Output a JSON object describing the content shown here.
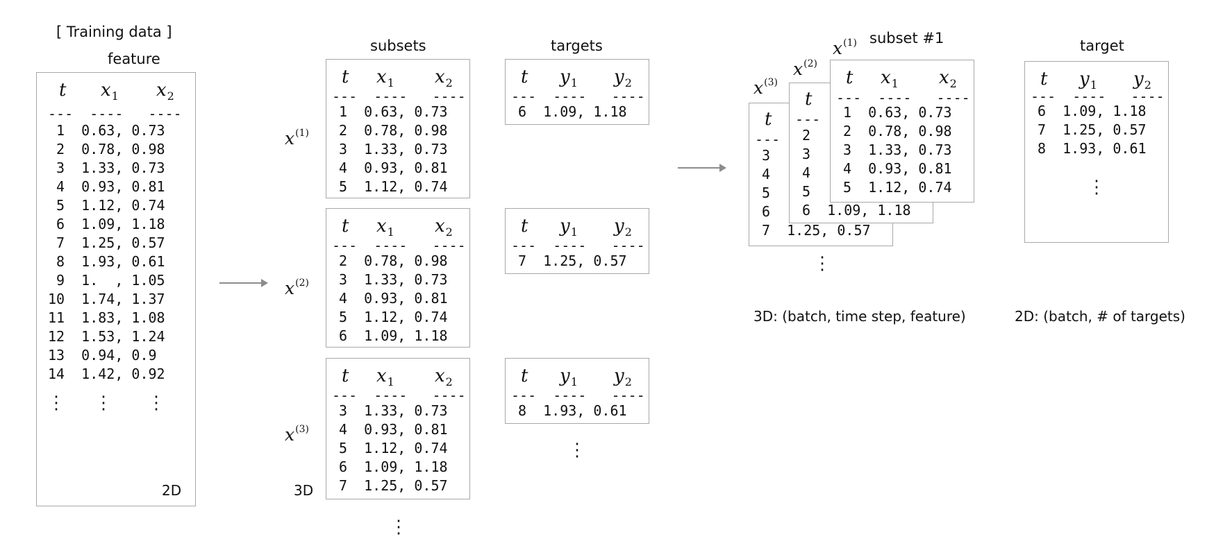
{
  "training_data": {
    "title": "[ Training data ]",
    "feature_label": "feature",
    "header": {
      "t": "t",
      "x1": "x",
      "x1_sub": "1",
      "x2": "x",
      "x2_sub": "2"
    },
    "separator": "---  ----   ----",
    "rows": [
      " 1  0.63, 0.73",
      " 2  0.78, 0.98",
      " 3  1.33, 0.73",
      " 4  0.93, 0.81",
      " 5  1.12, 0.74",
      " 6  1.09, 1.18",
      " 7  1.25, 0.57",
      " 8  1.93, 0.61",
      " 9  1.  , 1.05",
      "10  1.74, 1.37",
      "11  1.83, 1.08",
      "12  1.53, 1.24",
      "13  0.94, 0.9",
      "14  1.42, 0.92"
    ],
    "dim_label": "2D"
  },
  "subsets": {
    "title": "subsets",
    "dim_label": "3D",
    "items": [
      {
        "x_label": "x",
        "x_sup": "(1)",
        "header": {
          "t": "t",
          "x1": "x",
          "x1_sub": "1",
          "x2": "x",
          "x2_sub": "2"
        },
        "separator": "---  ----   ----",
        "rows": [
          "1  0.63, 0.73",
          "2  0.78, 0.98",
          "3  1.33, 0.73",
          "4  0.93, 0.81",
          "5  1.12, 0.74"
        ]
      },
      {
        "x_label": "x",
        "x_sup": "(2)",
        "header": {
          "t": "t",
          "x1": "x",
          "x1_sub": "1",
          "x2": "x",
          "x2_sub": "2"
        },
        "separator": "---  ----   ----",
        "rows": [
          "2  0.78, 0.98",
          "3  1.33, 0.73",
          "4  0.93, 0.81",
          "5  1.12, 0.74",
          "6  1.09, 1.18"
        ]
      },
      {
        "x_label": "x",
        "x_sup": "(3)",
        "header": {
          "t": "t",
          "x1": "x",
          "x1_sub": "1",
          "x2": "x",
          "x2_sub": "2"
        },
        "separator": "---  ----   ----",
        "rows": [
          "3  1.33, 0.73",
          "4  0.93, 0.81",
          "5  1.12, 0.74",
          "6  1.09, 1.18",
          "7  1.25, 0.57"
        ]
      }
    ]
  },
  "targets": {
    "title": "targets",
    "items": [
      {
        "header": {
          "t": "t",
          "y1": "y",
          "y1_sub": "1",
          "y2": "y",
          "y2_sub": "2"
        },
        "separator": "---  ----   ----",
        "row": "6  1.09, 1.18"
      },
      {
        "header": {
          "t": "t",
          "y1": "y",
          "y1_sub": "1",
          "y2": "y",
          "y2_sub": "2"
        },
        "separator": "---  ----   ----",
        "row": "7  1.25, 0.57"
      },
      {
        "header": {
          "t": "t",
          "y1": "y",
          "y1_sub": "1",
          "y2": "y",
          "y2_sub": "2"
        },
        "separator": "---  ----   ----",
        "row": "8  1.93, 0.61"
      }
    ]
  },
  "stack": {
    "subset_title": "subset #1",
    "back": {
      "x_label": "x",
      "x_sup": "(3)",
      "t": "t",
      "separator": "---",
      "rows": [
        "3",
        "4",
        "5",
        "6",
        "7  1.25, 0.57"
      ]
    },
    "middle": {
      "x_label": "x",
      "x_sup": "(2)",
      "t": "t",
      "separator": "---",
      "rows": [
        "2",
        "3",
        "4",
        "5",
        "6  1.09, 1.18"
      ]
    },
    "front": {
      "x_label": "x",
      "x_sup": "(1)",
      "header": {
        "t": "t",
        "x1": "x",
        "x1_sub": "1",
        "x2": "x",
        "x2_sub": "2"
      },
      "separator": "---  ----   ----",
      "rows": [
        "1  0.63, 0.73",
        "2  0.78, 0.98",
        "3  1.33, 0.73",
        "4  0.93, 0.81",
        "5  1.12, 0.74"
      ]
    },
    "caption": "3D: (batch, time step, feature)"
  },
  "target": {
    "title": "target",
    "header": {
      "t": "t",
      "y1": "y",
      "y1_sub": "1",
      "y2": "y",
      "y2_sub": "2"
    },
    "separator": "---  ----   ----",
    "rows": [
      "6  1.09, 1.18",
      "7  1.25, 0.57",
      "8  1.93, 0.61"
    ],
    "caption": "2D: (batch, # of targets)"
  },
  "ellipsis": "·\n·\n·"
}
